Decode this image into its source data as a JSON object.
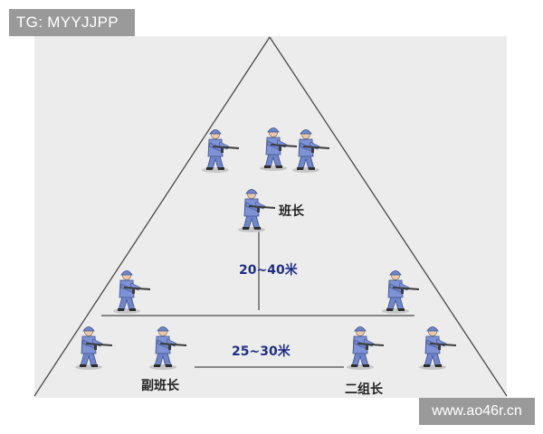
{
  "watermark_top": "TG: MYYJJPP",
  "watermark_bottom": "www.ao46r.cn",
  "labels": {
    "squad_leader": "班长",
    "deputy_leader": "副班长",
    "group_two_leader": "二组长"
  },
  "distances": {
    "vertical": "20~40米",
    "horizontal": "25~30米"
  },
  "colors": {
    "panel_background": "#ececec",
    "soldier_uniform": "#6f86cc",
    "distance_text": "#1f2e86",
    "line": "#4a4a4a"
  },
  "icons": {
    "soldier": "soldier-with-rifle-icon"
  }
}
